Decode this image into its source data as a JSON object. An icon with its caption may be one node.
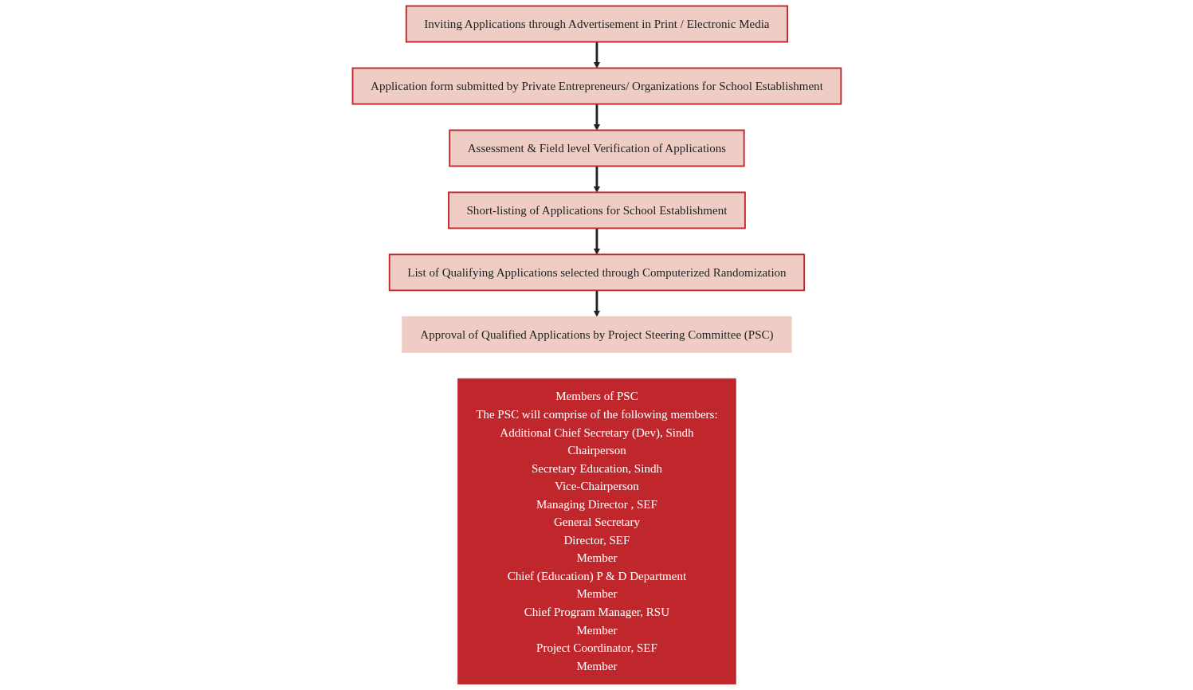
{
  "diagram": {
    "nodes": [
      {
        "text": [
          "Inviting Applications through Advertisement in Print / Electronic Media"
        ]
      },
      {
        "text": [
          "Application form submitted by Private Entrepreneurs/ Organizations for School Establishment"
        ]
      },
      {
        "text": [
          "Assessment & Field level Verification of Applications"
        ]
      },
      {
        "text": [
          "Short-listing of Applications for School Establishment"
        ]
      },
      {
        "text": [
          "List of Qualifying Applications selected through Computerized Randomization"
        ]
      },
      {
        "text": [
          "Approval of Qualified Applications by Project Steering Committee (PSC)"
        ]
      },
      {
        "text": [
          "Members of PSC",
          "The PSC will comprise of the following members:",
          "Additional Chief Secretary (Dev), Sindh",
          "Chairperson",
          "Secretary Education, Sindh",
          "Vice-Chairperson",
          "Managing Director , SEF",
          "General Secretary",
          "Director, SEF",
          "Member",
          "Chief (Education) P & D Department",
          "Member",
          "Chief Program Manager, RSU",
          "Member",
          "Project Coordinator, SEF",
          "Member"
        ]
      }
    ],
    "edges": [
      {
        "from": 0,
        "to": 1,
        "arrow": "to"
      },
      {
        "from": 1,
        "to": 2,
        "arrow": "to"
      },
      {
        "from": 2,
        "to": 3,
        "arrow": "to"
      },
      {
        "from": 3,
        "to": 4,
        "arrow": "to"
      },
      {
        "from": 4,
        "to": 5,
        "arrow": "to"
      }
    ]
  }
}
